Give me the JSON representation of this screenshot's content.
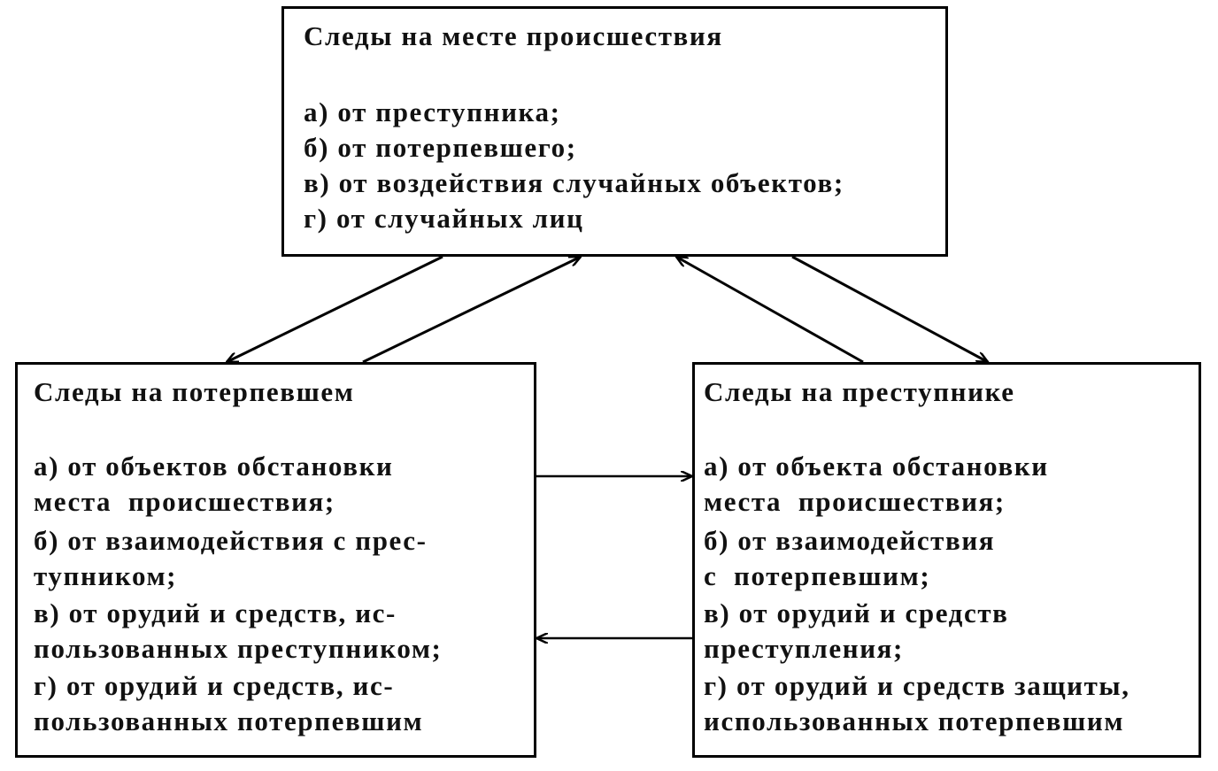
{
  "top_box": {
    "title": "Следы на месте происшествия",
    "lines": [
      "а) от преступника;",
      "б) от потерпевшего;",
      "в) от воздействия случайных объектов;",
      "г) от случайных лиц"
    ]
  },
  "left_box": {
    "title": "Следы на потерпевшем",
    "lines": [
      "а) от объектов обстановки",
      "места  происшествия;",
      "б) от взаимодействия с прес-",
      "тупником;",
      "в) от орудий и средств, ис-",
      "пользованных преступником;",
      "г) от орудий и средств, ис-",
      "пользованных потерпевшим"
    ]
  },
  "right_box": {
    "title": "Следы на преступнике",
    "lines": [
      "а) от объекта обстановки",
      "места  происшествия;",
      "б) от взаимодействия",
      "с  потерпевшим;",
      "в) от орудий и средств",
      "преступления;",
      "г) от орудий и средств защиты,",
      "использованных потерпевшим"
    ]
  }
}
